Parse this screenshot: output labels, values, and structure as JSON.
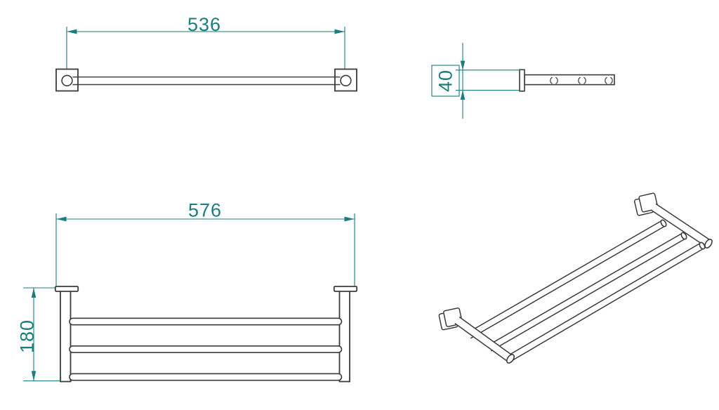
{
  "document_title": "Towel rack shelf technical drawing",
  "colors": {
    "bg": "#ffffff",
    "part": "#3b3b3b",
    "dim": "#1a7d7e"
  },
  "views": {
    "top_view": {
      "dimension_width": "536"
    },
    "side_view": {
      "dimension_height": "40"
    },
    "front_view": {
      "dimension_width": "576",
      "dimension_height": "180"
    },
    "isometric_view": {}
  }
}
